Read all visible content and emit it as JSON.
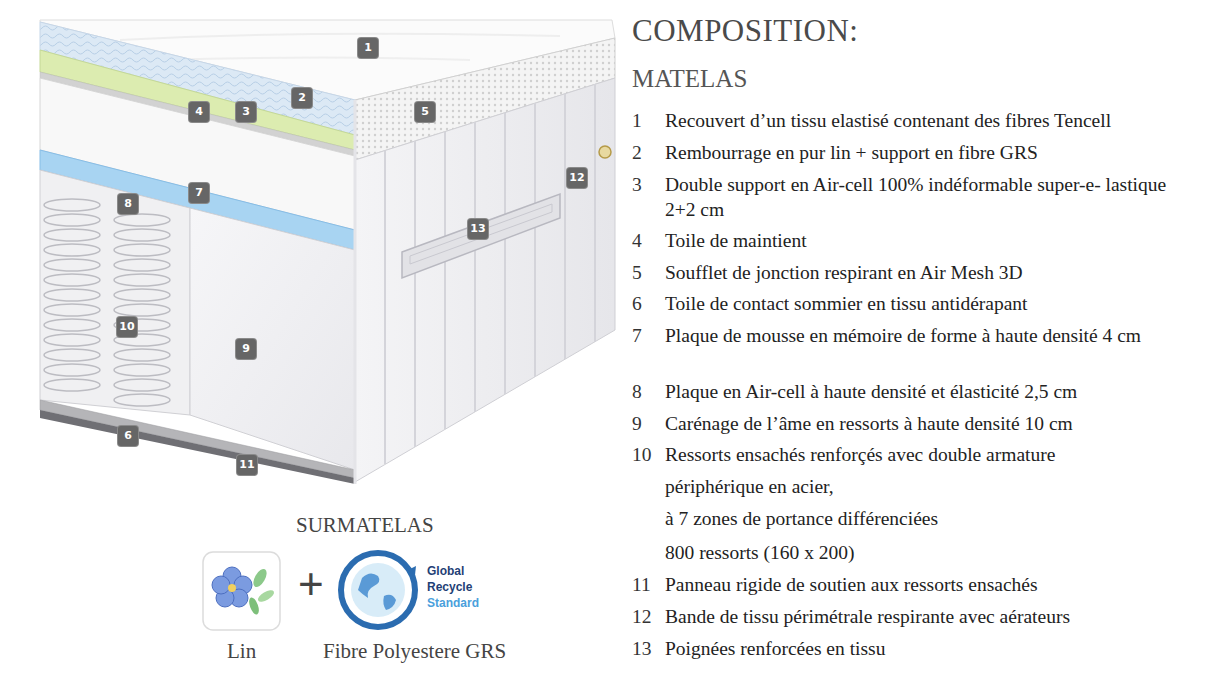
{
  "diagram": {
    "title": "COMPOSITION:",
    "labels": [
      "1",
      "2",
      "4",
      "3",
      "5",
      "12",
      "7",
      "8",
      "13",
      "10",
      "9",
      "6",
      "11",
      "MATELAS",
      "1",
      "Recouvert d’un tissu elastisé contenant des fibres Tencell",
      "2",
      "Rembourrage en pur lin + support en fibre GRS",
      "3",
      "Double support en Air-cell 100% indéformable super-e- lastique 2+2 cm",
      "4",
      "Toile de maintient",
      "5",
      "Soufflet de jonction respirant en Air Mesh 3D",
      "6",
      "Toile de contact sommier en tissu antidérapant",
      "7",
      "Plaque de mousse en mémoire de forme à haute densité 4 cm",
      "8",
      "Plaque en Air-cell à haute densité et élasticité 2,5 cm",
      "9",
      "Carénage de l’âme en ressorts à haute densité 10 cm",
      "10",
      "Ressorts ensachés renforçés avec double armature périphérique en acier,",
      "à 7 zones de portance différenciées",
      "800 ressorts (160 x 200)",
      "11",
      "Panneau rigide de soutien aux ressorts ensachés",
      "12",
      "Bande de tissu périmétrale respirante avec aérateurs",
      "13",
      "Poignées renforcées en tissu",
      "SURMATELAS",
      "+",
      "Global",
      "Recycle",
      "Standard",
      "Lin",
      "Fibre Polyestere GRS"
    ]
  }
}
